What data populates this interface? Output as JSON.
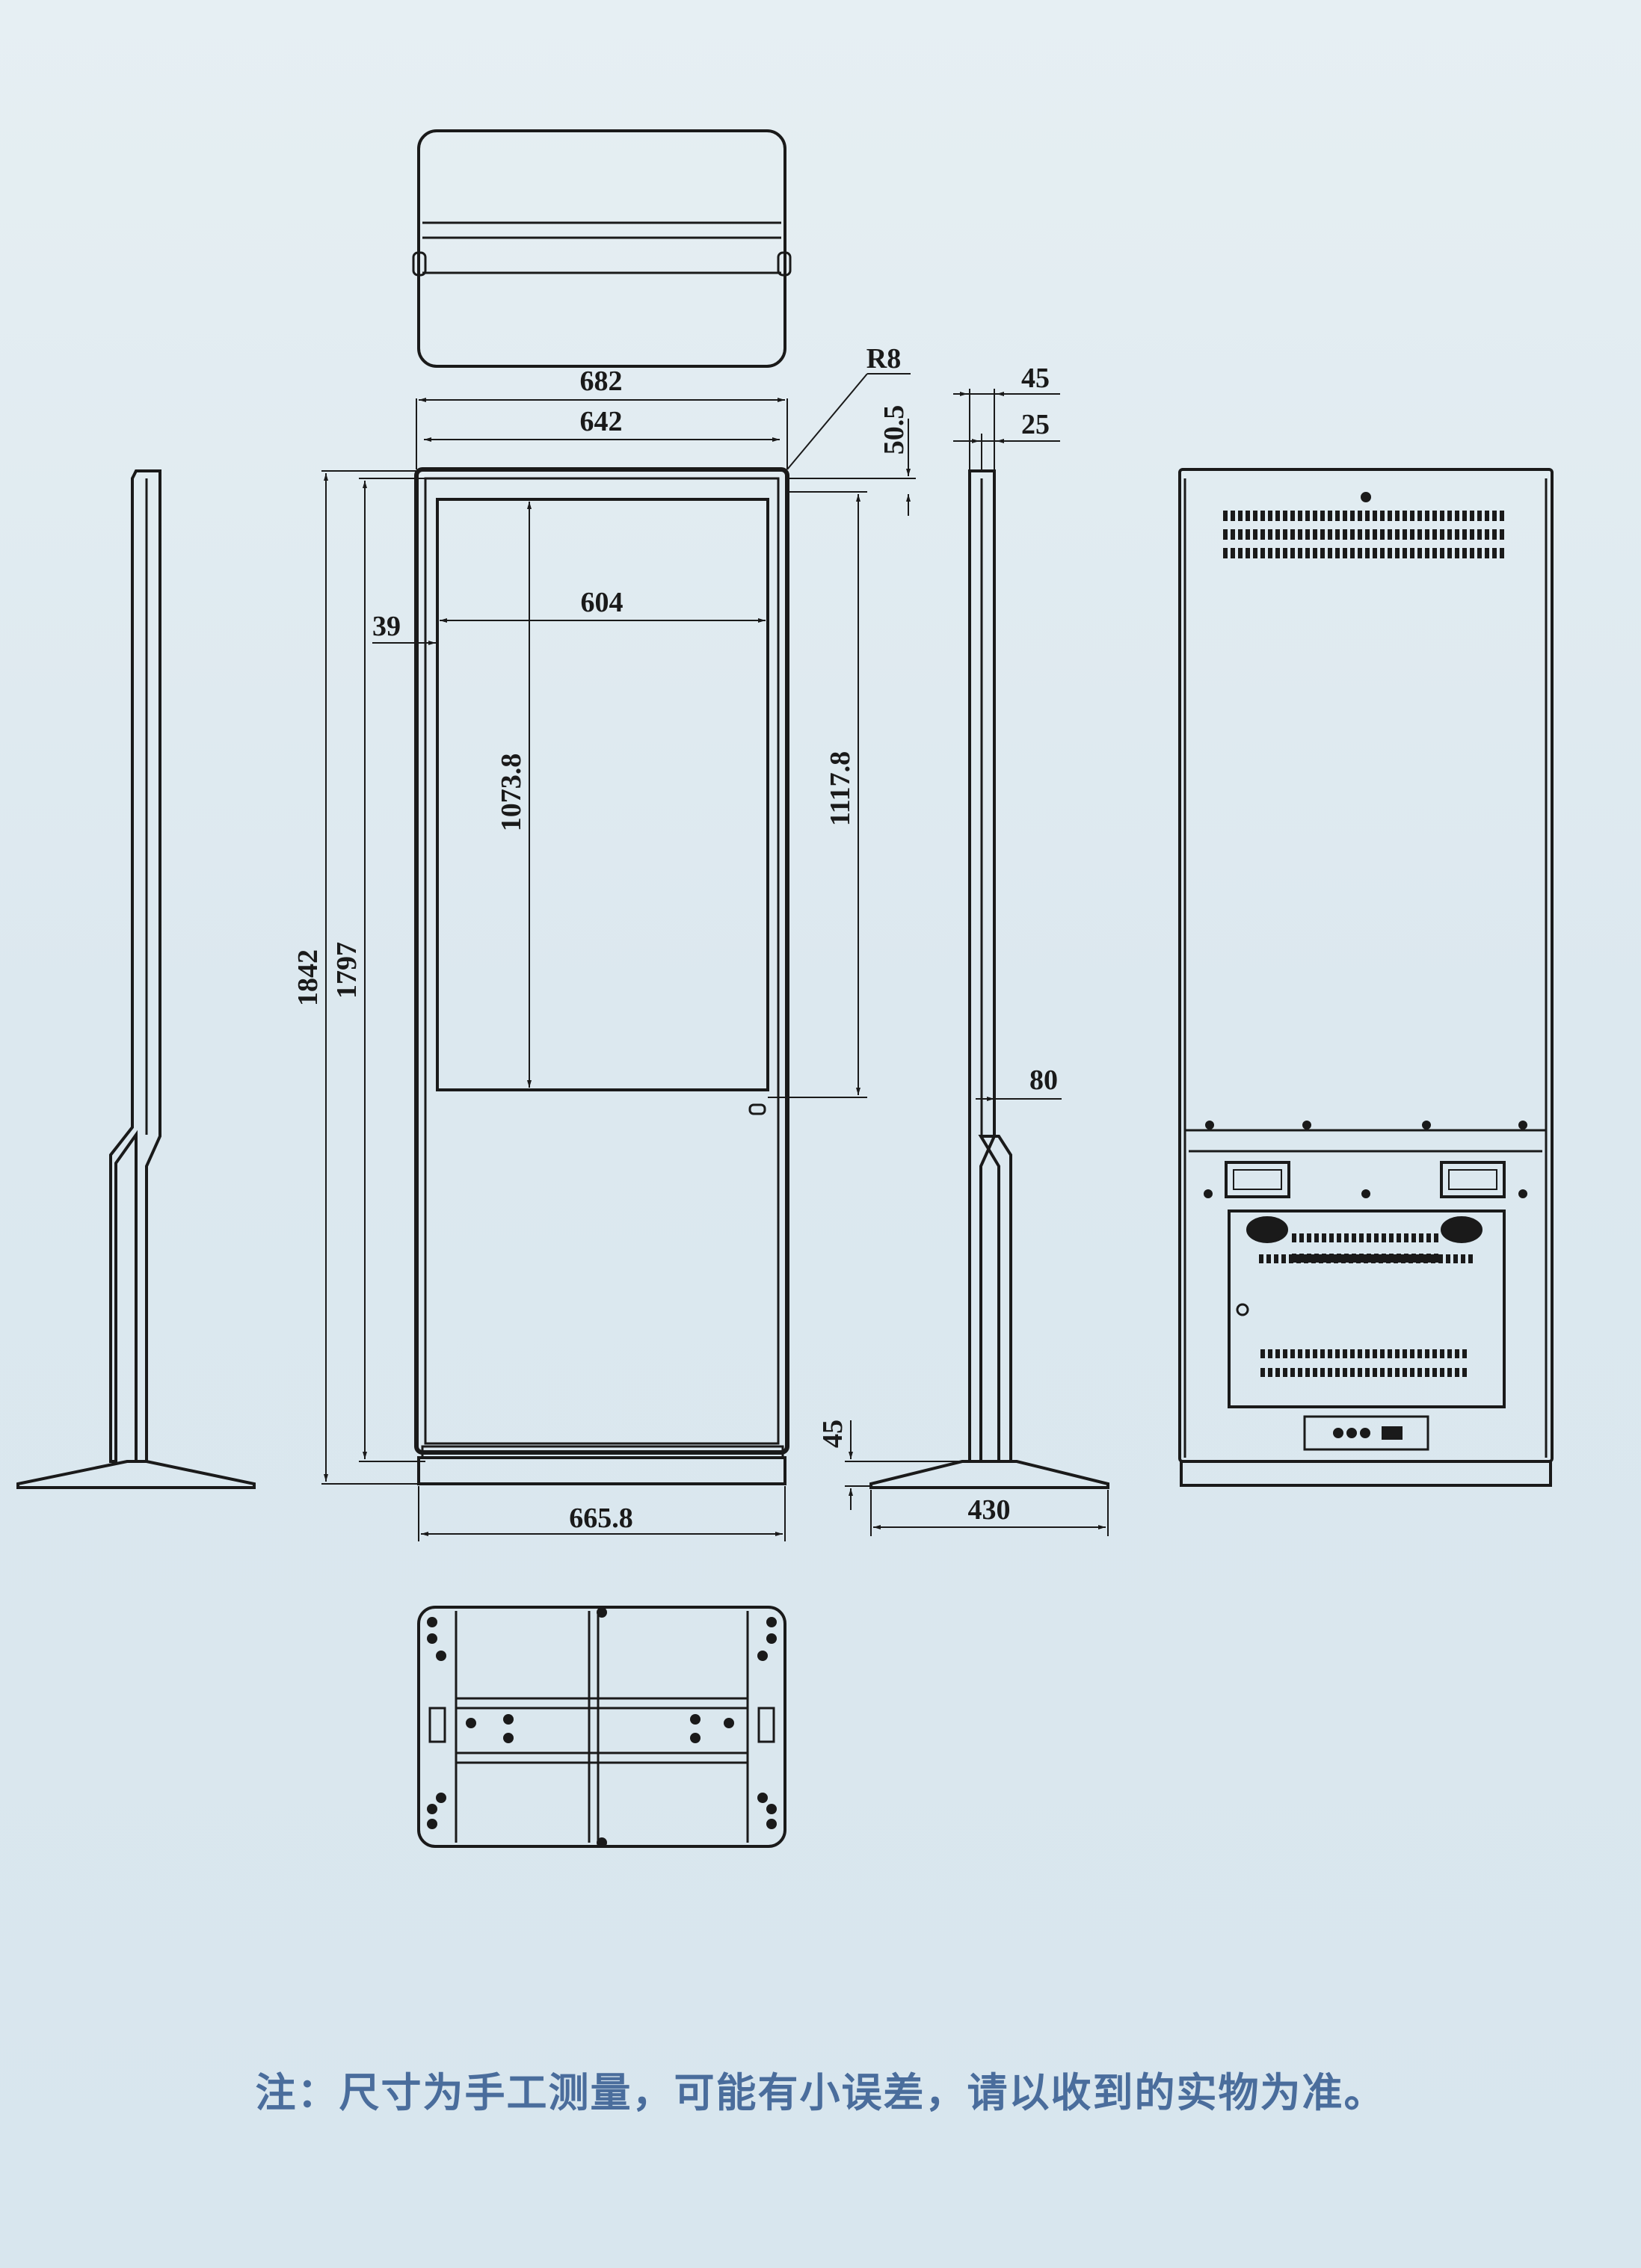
{
  "dimensions": {
    "overall_width": "682",
    "frame_width": "642",
    "corner_radius": "R8",
    "side_depth_top": "45",
    "side_depth_inner": "25",
    "top_margin": "50.5",
    "screen_width": "604",
    "left_bezel": "39",
    "screen_height": "1073.8",
    "screen_to_top": "1117.8",
    "overall_height": "1842",
    "frame_height": "1797",
    "neck_depth": "80",
    "base_height": "45",
    "base_width_front": "665.8",
    "base_depth_side": "430"
  },
  "note": "注：尺寸为手工测量，可能有小误差，请以收到的实物为准。",
  "colors": {
    "line": "#1a1a1a",
    "note_text": "#4a6d9c",
    "background": "#e1ecf1"
  }
}
